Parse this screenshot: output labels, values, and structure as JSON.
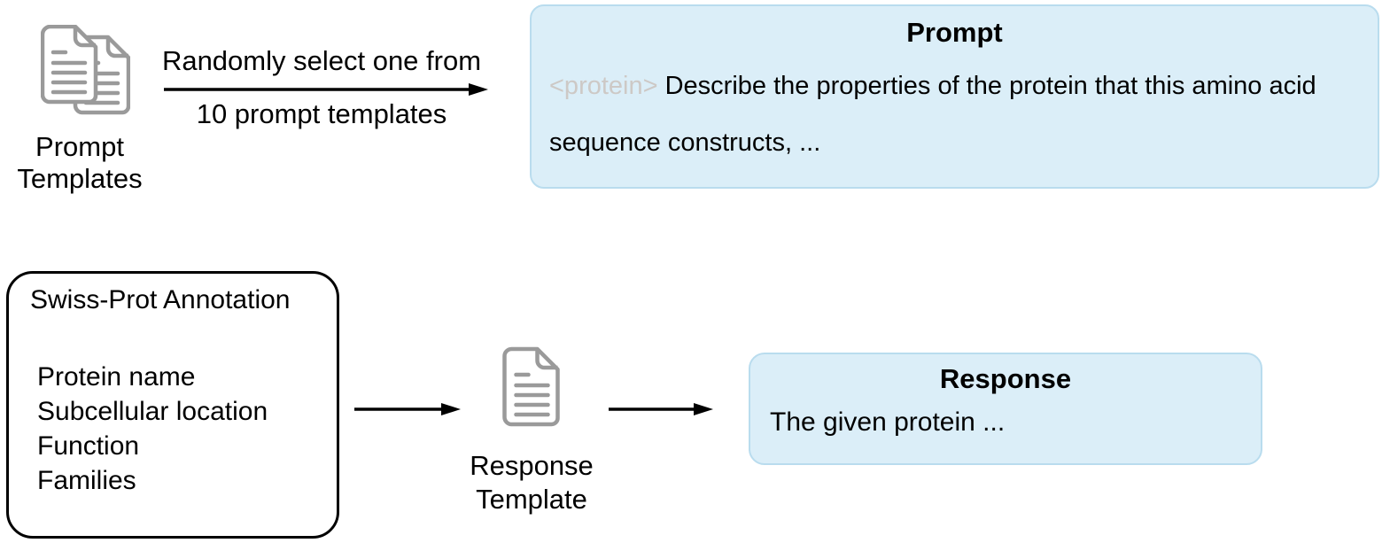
{
  "colors": {
    "box_fill": "#DBEEF8",
    "box_border": "#B9DCEE",
    "icon_gray": "#9A9A9A",
    "placeholder_gray": "#CDC9C6",
    "arrow_black": "#000000"
  },
  "top_flow": {
    "templates_icon": "documents-icon",
    "templates_label": "Prompt Templates",
    "arrow_caption_top": "Randomly select one from",
    "arrow_caption_bottom": "10 prompt templates",
    "prompt_box": {
      "title": "Prompt",
      "placeholder_tag": "<protein>",
      "body": "Describe the properties of the protein that this amino acid sequence constructs, ..."
    }
  },
  "bottom_flow": {
    "annotation_box": {
      "title": "Swiss-Prot Annotation",
      "fields": [
        "Protein name",
        "Subcellular location",
        "Function",
        "Families"
      ]
    },
    "template_icon": "document-icon",
    "template_label": "Response Template",
    "response_box": {
      "title": "Response",
      "body": "The given protein ..."
    }
  }
}
